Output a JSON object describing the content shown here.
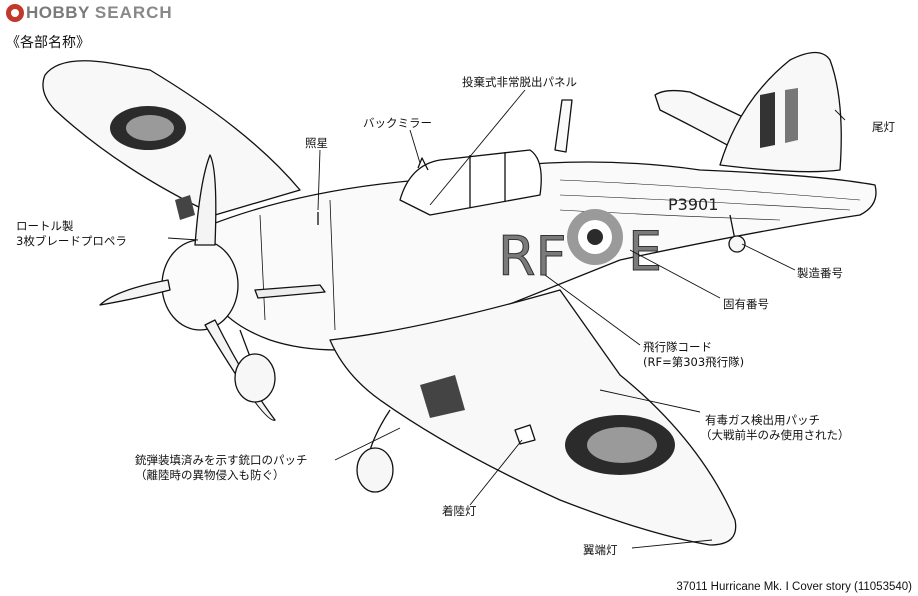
{
  "logo": {
    "hobby": "HOBBY",
    "search": "SEARCH"
  },
  "heading": "《各部名称》",
  "aircraft_code": "RF",
  "aircraft_letter": "E",
  "serial": "P3901",
  "labels": {
    "ejectable_panel": "投棄式非常脱出パネル",
    "rear_mirror": "バックミラー",
    "gunsight": "照星",
    "tail_light": "尾灯",
    "propeller_line1": "ロートル製",
    "propeller_line2": "3枚ブレードプロペラ",
    "serial_number": "製造番号",
    "unique_number": "固有番号",
    "squadron_code_line1": "飛行隊コード",
    "squadron_code_line2": "(RF=第303飛行隊)",
    "gas_patch_line1": "有毒ガス検出用パッチ",
    "gas_patch_line2": "（大戦前半のみ使用された）",
    "gun_patch_line1": "銃弾装填済みを示す銃口のパッチ",
    "gun_patch_line2": "（離陸時の異物侵入も防ぐ）",
    "landing_light": "着陸灯",
    "wingtip_light": "翼端灯"
  },
  "caption": "37011  Hurricane Mk. Ⅰ Cover story (11053540)"
}
